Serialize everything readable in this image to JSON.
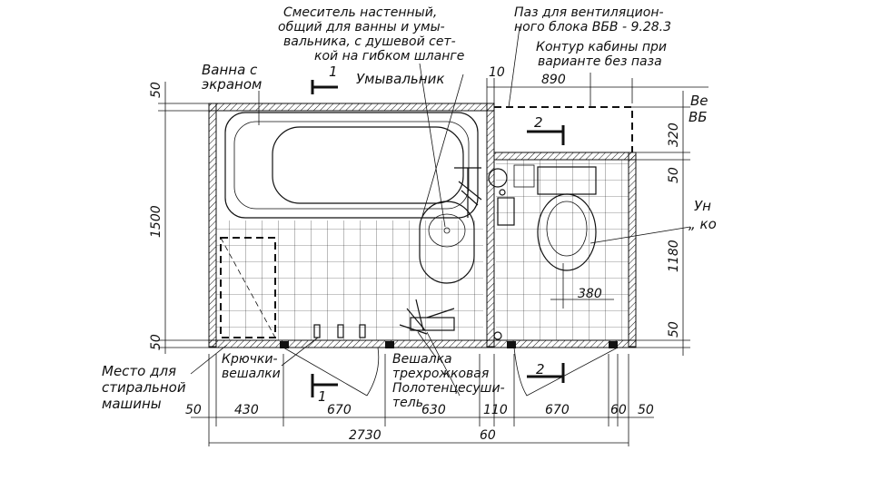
{
  "labels": {
    "mixer": [
      "Смеситель настенный,",
      "общий для ванны и умы-",
      "вальника, с душевой сет-",
      "кой на гибком шланге"
    ],
    "vent_groove": [
      "Паз для вентиляцион-",
      "ного блока ВБВ - 9.28.3"
    ],
    "cabin_contour": [
      "Контур кабины при",
      "варианте без паза"
    ],
    "bath": [
      "Ванна с",
      "экраном"
    ],
    "washbasin": "Умывальник",
    "vent_cut": [
      "Ве",
      "ВБ"
    ],
    "toilet_cut": [
      "Ун",
      "„ ко"
    ],
    "washing_machine": [
      "Место для",
      "стиральной",
      "машины"
    ],
    "hooks": [
      "Крючки-",
      "вешалки"
    ],
    "hanger": [
      "Вешалка",
      "трехрожковая"
    ],
    "towel_dryer": [
      "Полотенцесуши-",
      "тель"
    ]
  },
  "section_marks": {
    "s1_top": "1",
    "s1_bottom": "1",
    "s2_top": "2",
    "s2_bottom": "2"
  },
  "dimensions": {
    "top_10": "10",
    "top_890": "890",
    "left_50_top": "50",
    "left_1500": "1500",
    "left_50_bottom": "50",
    "right_320": "320",
    "right_50_top": "50",
    "right_1180": "1180",
    "right_50_bottom": "50",
    "inner_380": "380",
    "bottom_50_left": "50",
    "bottom_430": "430",
    "bottom_670_a": "670",
    "bottom_630": "630",
    "bottom_110": "110",
    "bottom_670_b": "670",
    "bottom_60": "60",
    "bottom_50_right": "50",
    "total_2730": "2730",
    "bottom_60_under": "60"
  }
}
